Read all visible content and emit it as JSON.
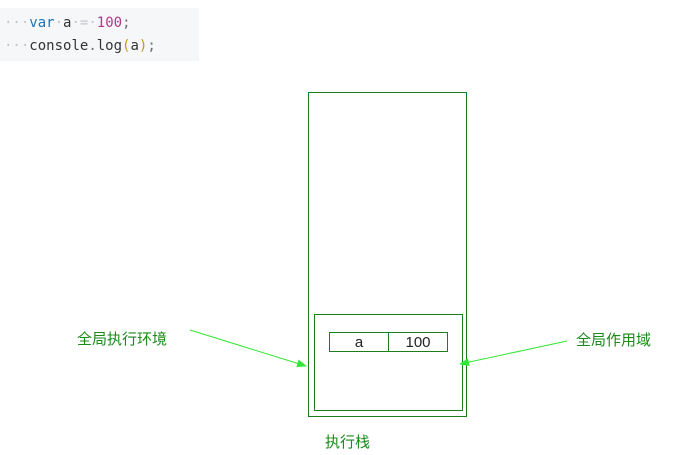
{
  "code": {
    "line1": {
      "keyword": "var",
      "name": "a",
      "operator": "=",
      "value": "100",
      "end": ";"
    },
    "line2": {
      "object": "console",
      "dot": ".",
      "method": "log",
      "open": "(",
      "arg": "a",
      "close": ")",
      "end": ";"
    }
  },
  "diagram": {
    "stack_label": "执行栈",
    "global_context_label": "全局执行环境",
    "global_scope_label": "全局作用域",
    "variable": {
      "name": "a",
      "value": "100"
    },
    "line_color": "#1a7f1a",
    "arrow_color": "#33e633",
    "text_color": "#1a8a1a"
  }
}
